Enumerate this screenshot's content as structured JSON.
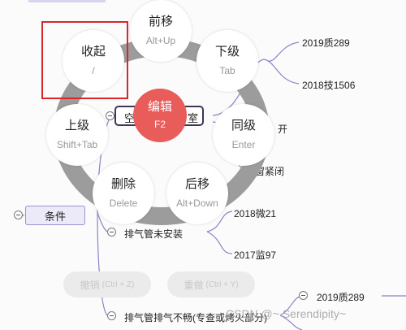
{
  "mindmap": {
    "right_branches": [
      {
        "label": "2019质289"
      },
      {
        "label": "2018技1506"
      }
    ],
    "door_partial": "开",
    "door_closed": "门窗紧闭",
    "lower_branches": [
      {
        "label": "2018微21"
      },
      {
        "label": "2017监97"
      }
    ],
    "condition_node": "条件",
    "exhaust_not_installed": "排气管未安装",
    "exhaust_blocked": "排气管排气不畅(专查或烤火部分)",
    "bottom_right": "2019质289",
    "node_partial_left": "空",
    "node_partial_right": "室"
  },
  "radial_menu": {
    "center": {
      "label": "编辑",
      "shortcut": "F2"
    },
    "items": [
      {
        "label": "前移",
        "shortcut": "Alt+Up"
      },
      {
        "label": "收起",
        "shortcut": "/"
      },
      {
        "label": "下级",
        "shortcut": "Tab"
      },
      {
        "label": "上级",
        "shortcut": "Shift+Tab"
      },
      {
        "label": "同级",
        "shortcut": "Enter"
      },
      {
        "label": "删除",
        "shortcut": "Delete"
      },
      {
        "label": "后移",
        "shortcut": "Alt+Down"
      }
    ]
  },
  "history": {
    "undo": {
      "label": "撤销",
      "shortcut": "(Ctrl + Z)"
    },
    "redo": {
      "label": "重做",
      "shortcut": "(Ctrl + Y)"
    }
  },
  "watermark": "CSDN @~ Serendipity~"
}
